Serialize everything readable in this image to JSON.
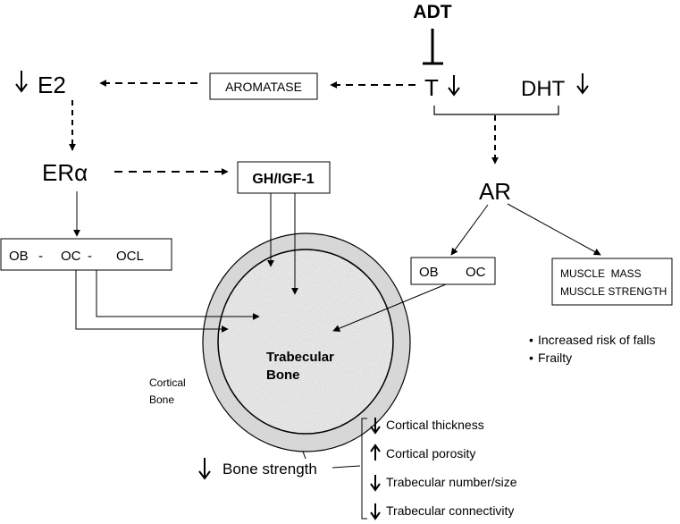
{
  "labels": {
    "adt": "ADT",
    "e2": "E2",
    "aromatase": "AROMATASE",
    "t": "T",
    "dht": "DHT",
    "er_alpha": "ERα",
    "gh_igf1": "GH/IGF-1",
    "ar": "AR",
    "ob_oc_ocl": [
      "OB",
      "-",
      "OC",
      "-",
      "OCL"
    ],
    "ob_oc": [
      "OB",
      "OC"
    ],
    "muscle_mass": "MUSCLE  MASS",
    "muscle_strength": "MUSCLE STRENGTH",
    "trabecular_bone": [
      "Trabecular",
      "Bone"
    ],
    "cortical_bone": [
      "Cortical",
      "Bone"
    ],
    "bone_strength": "Bone strength"
  },
  "risks": [
    "Increased risk of falls",
    "Frailty"
  ],
  "bone_changes": [
    {
      "direction": "down",
      "label": "Cortical thickness"
    },
    {
      "direction": "up",
      "label": "Cortical porosity"
    },
    {
      "direction": "down",
      "label": "Trabecular number/size"
    },
    {
      "direction": "down",
      "label": "Trabecular connectivity"
    }
  ]
}
